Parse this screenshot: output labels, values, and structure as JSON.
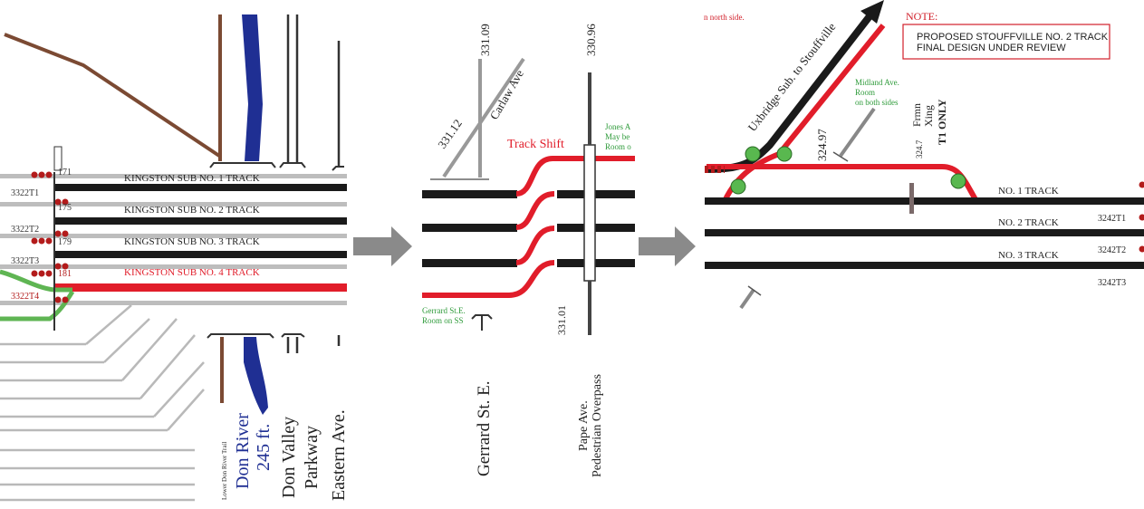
{
  "colors": {
    "track": "#1a1a1a",
    "shift": "#e11d2a",
    "green_track": "#5fb553",
    "signal": "#b31b1b",
    "river": "#1f2f93",
    "brown": "#7b4a33",
    "grey_track": "#b9b9b9",
    "arrow": "#8a8a8a",
    "note": "#d11f2a",
    "green_text": "#2f9b3b",
    "dot_fill": "#59b84f"
  },
  "panel_left": {
    "milepost_top": "171",
    "tracks": [
      {
        "label": "KINGSTON SUB NO. 1 TRACK",
        "signal": "3322T1",
        "milepost": "175"
      },
      {
        "label": "KINGSTON SUB NO. 2 TRACK",
        "signal": "3322T2",
        "milepost": "179"
      },
      {
        "label": "KINGSTON SUB NO. 3 TRACK",
        "signal": "3322T3",
        "milepost": "181"
      },
      {
        "label": "KINGSTON SUB NO. 4 TRACK",
        "signal": "3322T4"
      }
    ],
    "features": {
      "river_tail": "Lower Don River Trail",
      "river": "Don River",
      "river_width": "245 ft.",
      "parkway_1": "Don Valley",
      "parkway_2": "Parkway",
      "eastern": "Eastern Ave."
    }
  },
  "panel_middle": {
    "mileage_top_left": "331.09",
    "mileage_top_right": "330.96",
    "mileage_diag": "331.12",
    "carlaw": "Carlaw Ave",
    "track_shift": "Track Shift",
    "jones_note": [
      "Jones A",
      "May be",
      "Room o"
    ],
    "gerrard_note": [
      "Gerrard St.E.",
      "Room on SS"
    ],
    "mileage_bottom": "331.01",
    "gerrard": "Gerrard St. E.",
    "pape_1": "Pape Ave.",
    "pape_2": "Pedestrian Overpass"
  },
  "panel_right": {
    "north_side": "n north side.",
    "uxbridge": "Uxbridge Sub. to Stouffville",
    "note_title": "NOTE:",
    "note_body": [
      "PROPOSED STOUFFVILLE NO. 2 TRACK",
      "FINAL DESIGN UNDER REVIEW"
    ],
    "midland_note": [
      "Midland Ave.",
      "Room",
      "on both sides"
    ],
    "mileage_a": "324.97",
    "mileage_b": "324.7",
    "frmn": "Frmn",
    "xing": "Xing",
    "t1_only": "T1 ONLY",
    "tracks": [
      {
        "label": "NO. 1 TRACK",
        "signal": "3242T1"
      },
      {
        "label": "NO. 2 TRACK",
        "signal": "3242T2"
      },
      {
        "label": "NO. 3 TRACK",
        "signal": "3242T3"
      }
    ]
  }
}
